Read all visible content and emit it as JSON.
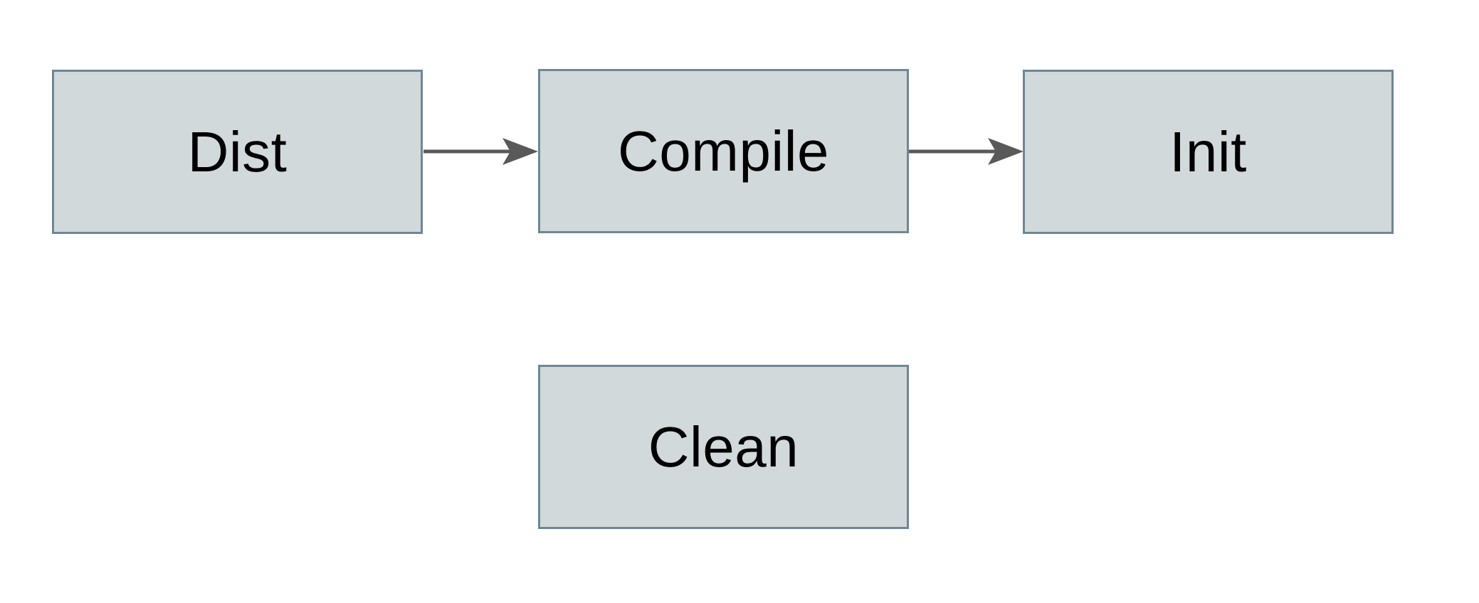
{
  "diagram": {
    "background_color": "#ffffff",
    "node_fill_color": "#d2d9db",
    "node_border_color": "#6d8795",
    "text_color": "#000000",
    "arrow_color": "#595959",
    "nodes": [
      {
        "id": "dist",
        "label": "Dist"
      },
      {
        "id": "compile",
        "label": "Compile"
      },
      {
        "id": "init",
        "label": "Init"
      },
      {
        "id": "clean",
        "label": "Clean"
      }
    ],
    "edges": [
      {
        "from": "Dist",
        "to": "Compile"
      },
      {
        "from": "Compile",
        "to": "Init"
      }
    ]
  }
}
